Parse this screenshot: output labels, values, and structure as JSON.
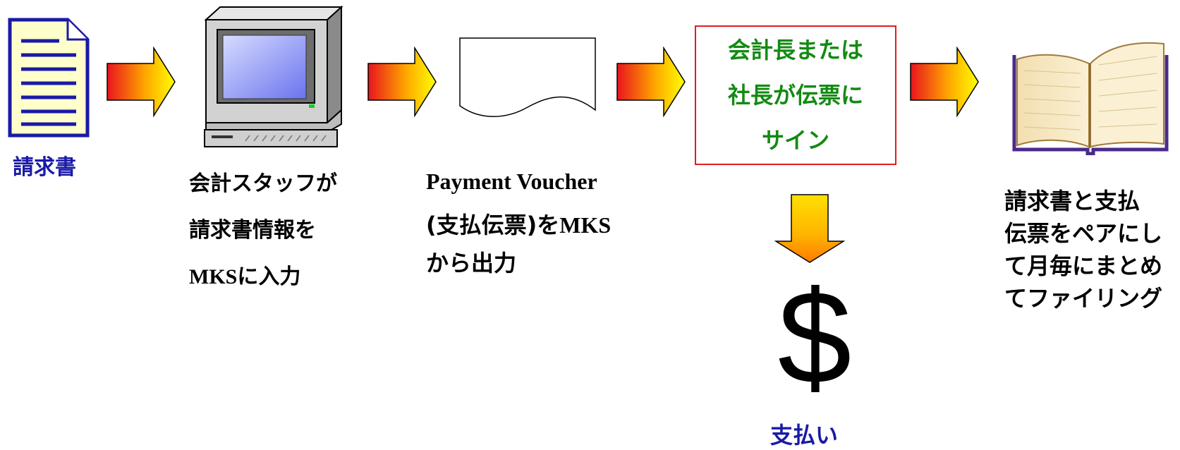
{
  "invoice_label": "請求書",
  "staff": {
    "line1": "会計スタッフが",
    "line2": "請求書情報を",
    "line3_latin": "MKS",
    "line3_rest": "に入力"
  },
  "voucher": {
    "line1": "Payment Voucher",
    "line2_a": "(支払伝票)を",
    "line2_b": "MKS",
    "line3": "から出力"
  },
  "sign": {
    "line1": "会計長または",
    "line2": "社長が伝票に",
    "line3": "サイン"
  },
  "dollar_symbol": "$",
  "payment_label": "支払い",
  "filing": {
    "line1": "請求書と支払",
    "line2": "伝票をペアにし",
    "line3": "て月毎にまとめ",
    "line4": "てファイリング"
  },
  "colors": {
    "invoice_fill": "#ffffcc",
    "invoice_stroke": "#1a1aa6",
    "arrow_start": "#e8141e",
    "arrow_end": "#ffff00",
    "sign_border": "#e31b23",
    "sign_text": "#138a13",
    "label_blue": "#1a1aa6"
  }
}
